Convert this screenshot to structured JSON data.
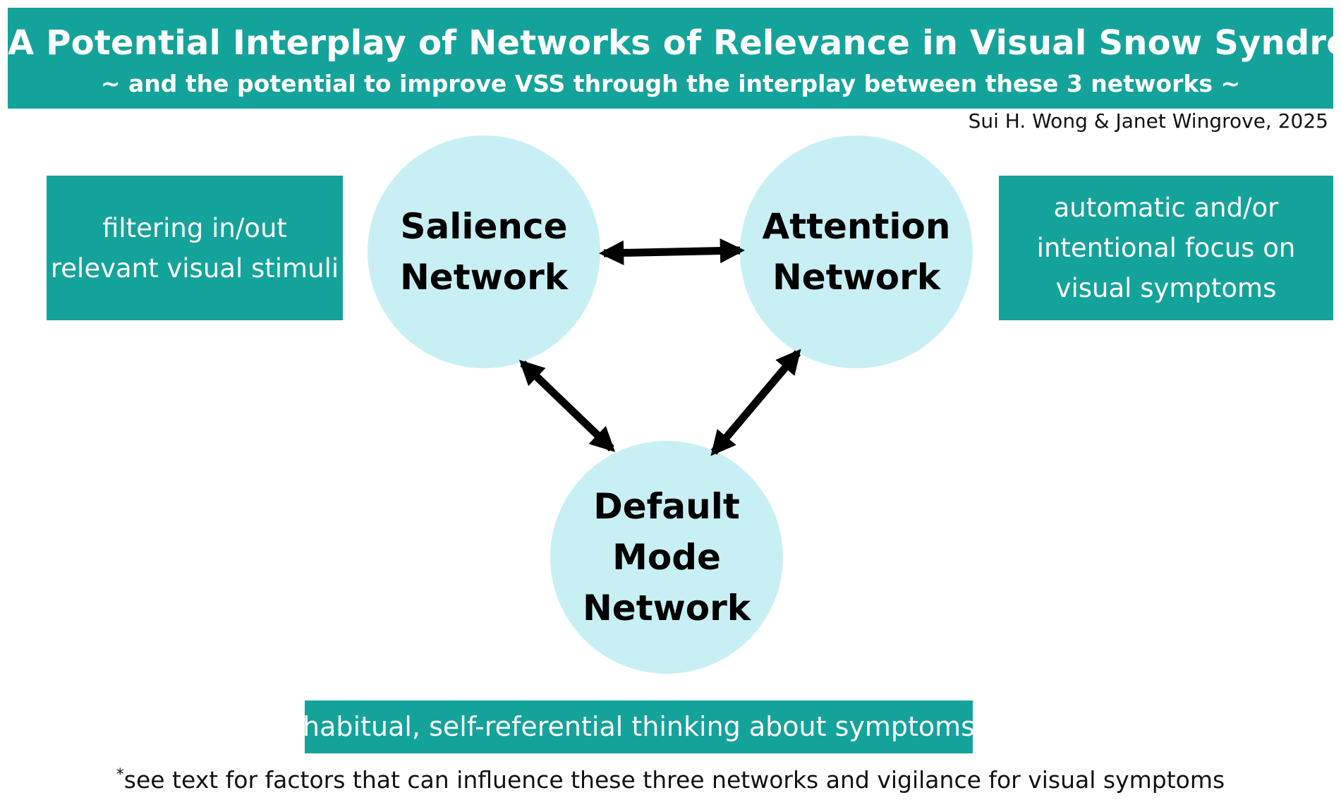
{
  "header": {
    "title": "A Potential Interplay of Networks of Relevance in Visual Snow Syndrome",
    "subtitle": "~ and the potential to improve VSS through the interplay between these 3 networks ~"
  },
  "credit": "Sui H. Wong & Janet Wingrove, 2025",
  "nodes": {
    "salience": {
      "line1": "Salience",
      "line2": "Network"
    },
    "attention": {
      "line1": "Attention",
      "line2": "Network"
    },
    "default_mode": {
      "line1": "Default",
      "line2": "Mode",
      "line3": "Network"
    }
  },
  "descriptions": {
    "salience": {
      "line1": "filtering in/out",
      "line2": "relevant visual stimuli"
    },
    "attention": {
      "line1": "automatic and/or",
      "line2": "intentional focus on",
      "line3": "visual symptoms"
    },
    "default_mode": "habitual, self-referential thinking about symptoms"
  },
  "edges": [
    {
      "from": "Salience Network",
      "to": "Attention Network",
      "direction": "bidirectional"
    },
    {
      "from": "Salience Network",
      "to": "Default Mode Network",
      "direction": "bidirectional"
    },
    {
      "from": "Attention Network",
      "to": "Default Mode Network",
      "direction": "bidirectional"
    }
  ],
  "footnote": {
    "marker": "*",
    "text": "see text for factors that can influence these three networks and vigilance for visual symptoms"
  },
  "colors": {
    "header_bg": "#14a39a",
    "box_bg": "#14a39a",
    "node_fill": "#c8f0f4",
    "arrow": "#000000"
  }
}
